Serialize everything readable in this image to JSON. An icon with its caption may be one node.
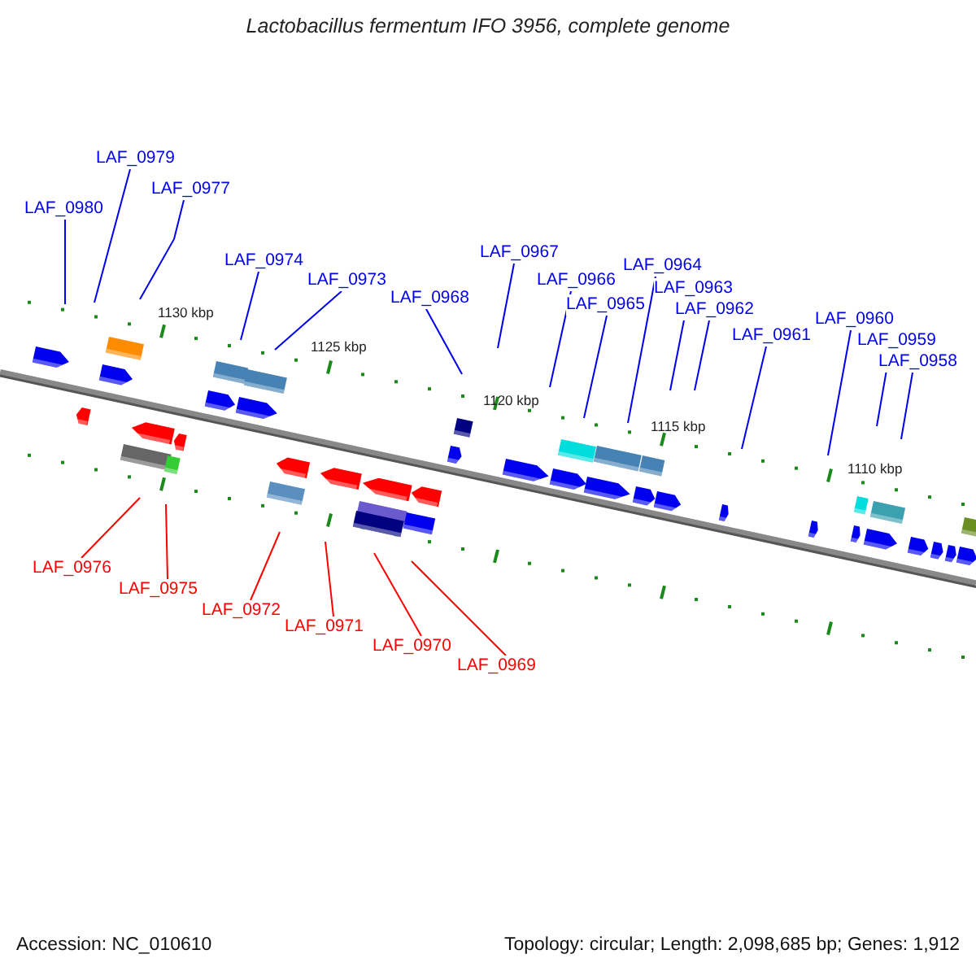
{
  "diagram": {
    "title": "Lactobacillus fermentum IFO 3956, complete genome",
    "nodes": [
      {
        "text": [
          "LAF_0980"
        ]
      },
      {
        "text": [
          "LAF_0979"
        ]
      },
      {
        "text": [
          "LAF_0977"
        ]
      },
      {
        "text": [
          "LAF_0974"
        ]
      },
      {
        "text": [
          "LAF_0973"
        ]
      },
      {
        "text": [
          "LAF_0968"
        ]
      },
      {
        "text": [
          "LAF_0967"
        ]
      },
      {
        "text": [
          "LAF_0966"
        ]
      },
      {
        "text": [
          "LAF_0965"
        ]
      },
      {
        "text": [
          "LAF_0964"
        ]
      },
      {
        "text": [
          "LAF_0963"
        ]
      },
      {
        "text": [
          "LAF_0962"
        ]
      },
      {
        "text": [
          "LAF_0961"
        ]
      },
      {
        "text": [
          "LAF_0960"
        ]
      },
      {
        "text": [
          "LAF_0959"
        ]
      },
      {
        "text": [
          "LAF_0958"
        ]
      },
      {
        "text": [
          "LAF_0976"
        ]
      },
      {
        "text": [
          "LAF_0975"
        ]
      },
      {
        "text": [
          "LAF_0972"
        ]
      },
      {
        "text": [
          "LAF_0971"
        ]
      },
      {
        "text": [
          "LAF_0970"
        ]
      },
      {
        "text": [
          "LAF_0969"
        ]
      }
    ],
    "edges": [
      {
        "from": 0,
        "to": null,
        "arrow": "none"
      },
      {
        "from": 1,
        "to": null,
        "arrow": "none"
      },
      {
        "from": 2,
        "to": null,
        "arrow": "none"
      },
      {
        "from": 3,
        "to": null,
        "arrow": "none"
      },
      {
        "from": 4,
        "to": null,
        "arrow": "none"
      },
      {
        "from": 5,
        "to": null,
        "arrow": "none"
      },
      {
        "from": 6,
        "to": null,
        "arrow": "none"
      },
      {
        "from": 7,
        "to": null,
        "arrow": "none"
      },
      {
        "from": 8,
        "to": null,
        "arrow": "none"
      },
      {
        "from": 9,
        "to": null,
        "arrow": "none"
      },
      {
        "from": 10,
        "to": null,
        "arrow": "none"
      },
      {
        "from": 11,
        "to": null,
        "arrow": "none"
      },
      {
        "from": 12,
        "to": null,
        "arrow": "none"
      },
      {
        "from": 13,
        "to": null,
        "arrow": "none"
      },
      {
        "from": 14,
        "to": null,
        "arrow": "none"
      },
      {
        "from": 15,
        "to": null,
        "arrow": "none"
      },
      {
        "from": 16,
        "to": null,
        "arrow": "none",
        "color": "#ff0000"
      },
      {
        "from": 17,
        "to": null,
        "arrow": "none",
        "color": "#ff0000"
      },
      {
        "from": 18,
        "to": null,
        "arrow": "none",
        "color": "#ff0000"
      },
      {
        "from": 19,
        "to": null,
        "arrow": "none",
        "color": "#ff0000"
      },
      {
        "from": 20,
        "to": null,
        "arrow": "none",
        "color": "#ff0000"
      },
      {
        "from": 21,
        "to": null,
        "arrow": "none",
        "color": "#ff0000"
      }
    ],
    "labels": [
      "1130 kbp",
      "1125 kbp",
      "1120 kbp",
      "1115 kbp",
      "1110 kbp",
      "Accession: NC_010610",
      "Topology: circular; Length: 2,098,685 bp; Genes: 1,912"
    ]
  }
}
